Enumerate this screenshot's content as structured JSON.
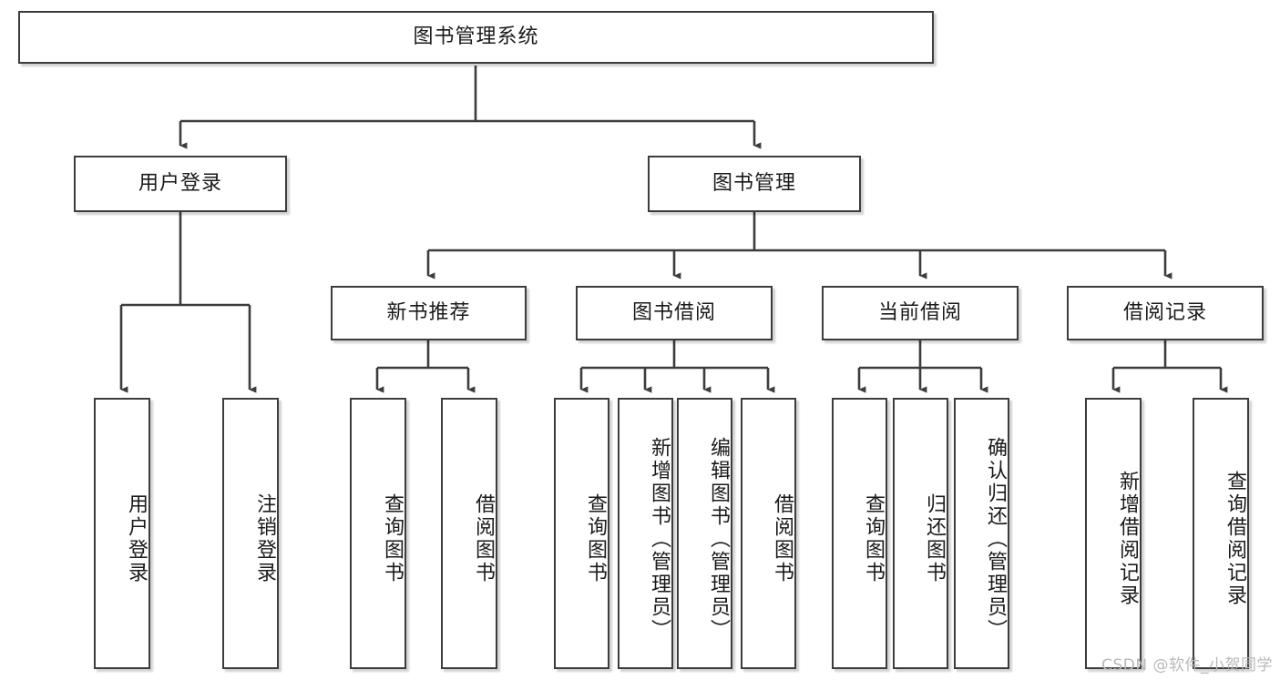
{
  "diagram": {
    "type": "tree-hierarchy-chart",
    "title": "图书管理系统",
    "watermark": "CSDN @软件_小贺同学",
    "colors": {
      "box_border": "#3c3c3c",
      "box_fill": "#ffffff",
      "connector": "#3c3c3c",
      "text": "#1a1a1a",
      "watermark": "#b9b9b9",
      "background": "#ffffff"
    },
    "levels": [
      {
        "level": 1,
        "nodes": [
          {
            "id": "root",
            "label": "图书管理系统",
            "orientation": "horizontal"
          }
        ]
      },
      {
        "level": 2,
        "nodes": [
          {
            "id": "user-login",
            "label": "用户登录",
            "orientation": "horizontal",
            "parent": "root"
          },
          {
            "id": "book-manage",
            "label": "图书管理",
            "orientation": "horizontal",
            "parent": "root"
          }
        ]
      },
      {
        "level": 3,
        "nodes": [
          {
            "id": "new-book-rec",
            "label": "新书推荐",
            "orientation": "horizontal",
            "parent": "book-manage"
          },
          {
            "id": "book-borrow",
            "label": "图书借阅",
            "orientation": "horizontal",
            "parent": "book-manage"
          },
          {
            "id": "current-borrow",
            "label": "当前借阅",
            "orientation": "horizontal",
            "parent": "book-manage"
          },
          {
            "id": "borrow-record",
            "label": "借阅记录",
            "orientation": "horizontal",
            "parent": "book-manage"
          }
        ]
      },
      {
        "level": 4,
        "nodes": [
          {
            "id": "leaf-user-login",
            "label": "用户登录",
            "orientation": "vertical",
            "parent": "user-login"
          },
          {
            "id": "leaf-user-logout",
            "label": "注销登录",
            "orientation": "vertical",
            "parent": "user-login"
          },
          {
            "id": "leaf-query-book-1",
            "label": "查询图书",
            "orientation": "vertical",
            "parent": "new-book-rec"
          },
          {
            "id": "leaf-borrow-book-1",
            "label": "借阅图书",
            "orientation": "vertical",
            "parent": "new-book-rec"
          },
          {
            "id": "leaf-query-book-2",
            "label": "查询图书",
            "orientation": "vertical",
            "parent": "book-borrow"
          },
          {
            "id": "leaf-add-book",
            "label": "新增图书（管理员）",
            "orientation": "vertical",
            "parent": "book-borrow"
          },
          {
            "id": "leaf-edit-book",
            "label": "编辑图书（管理员）",
            "orientation": "vertical",
            "parent": "book-borrow"
          },
          {
            "id": "leaf-borrow-book-2",
            "label": "借阅图书",
            "orientation": "vertical",
            "parent": "book-borrow"
          },
          {
            "id": "leaf-query-book-3",
            "label": "查询图书",
            "orientation": "vertical",
            "parent": "current-borrow"
          },
          {
            "id": "leaf-return-book",
            "label": "归还图书",
            "orientation": "vertical",
            "parent": "current-borrow"
          },
          {
            "id": "leaf-confirm-return",
            "label": "确认归还（管理员）",
            "orientation": "vertical",
            "parent": "current-borrow"
          },
          {
            "id": "leaf-add-record",
            "label": "新增借阅记录",
            "orientation": "vertical",
            "parent": "borrow-record"
          },
          {
            "id": "leaf-query-record",
            "label": "查询借阅记录",
            "orientation": "vertical",
            "parent": "borrow-record"
          }
        ]
      }
    ]
  }
}
